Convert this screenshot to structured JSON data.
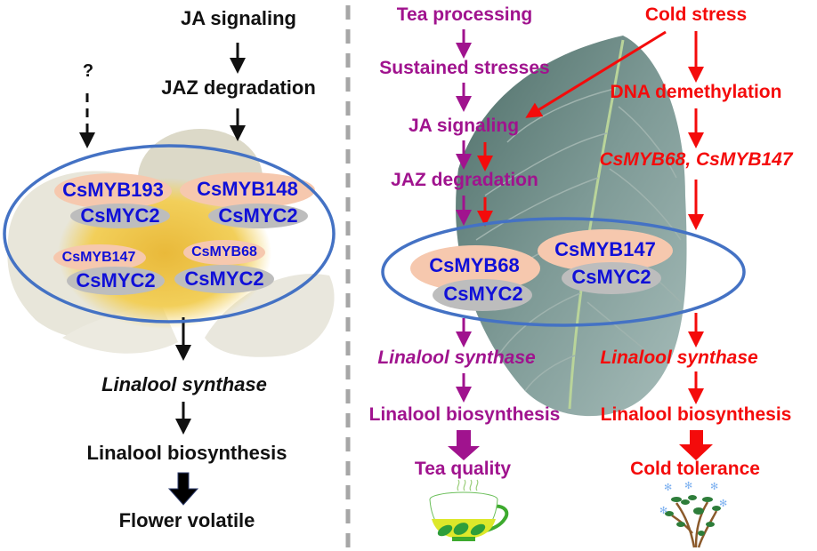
{
  "colors": {
    "black_text": "#111111",
    "purple": "#A0138E",
    "red": "#F40B0B",
    "protein_blue": "#1010D8",
    "ellipse_blue": "#4472C4",
    "myb_bubble": "#F6C8AE",
    "myc_bubble": "#BDBDBD",
    "divider_gray": "#A6A6A6"
  },
  "left_panel": {
    "unknown_mark": "?",
    "steps_top": [
      "JA signaling",
      "JAZ degradation"
    ],
    "complex": [
      {
        "myb": "CsMYB193",
        "myc": "CsMYC2"
      },
      {
        "myb": "CsMYB148",
        "myc": "CsMYC2"
      },
      {
        "myb": "CsMYB147",
        "myc": "CsMYC2"
      },
      {
        "myb": "CsMYB68",
        "myc": "CsMYC2"
      }
    ],
    "steps_bottom": [
      "Linalool synthase",
      "Linalool biosynthesis"
    ],
    "outcome": "Flower volatile",
    "background_image": "tea-flower"
  },
  "right_panel": {
    "tea_path": {
      "steps": [
        "Tea processing",
        "Sustained stresses",
        "JA signaling",
        "JAZ degradation"
      ],
      "after": [
        "Linalool synthase",
        "Linalool biosynthesis"
      ],
      "outcome": "Tea quality",
      "icon": "tea-cup"
    },
    "cold_path": {
      "steps": [
        "Cold stress",
        "DNA demethylation",
        "CsMYB68, CsMYB147"
      ],
      "after": [
        "Linalool synthase",
        "Linalool biosynthesis"
      ],
      "outcome": "Cold tolerance",
      "icon": "frosted-plant"
    },
    "complex": [
      {
        "myb": "CsMYB68",
        "myc": "CsMYC2"
      },
      {
        "myb": "CsMYB147",
        "myc": "CsMYC2"
      }
    ],
    "background_image": "tea-leaf"
  }
}
